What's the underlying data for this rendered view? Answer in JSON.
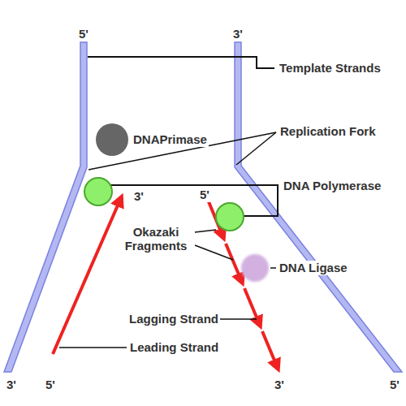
{
  "diagram": {
    "labels": [
      "5'",
      "3'",
      "Template Strands",
      "DNAPrimase",
      "Replication Fork",
      "DNA Polymerase",
      "3'",
      "5'",
      "Okazaki Fragments",
      "DNA Ligase",
      "Lagging Strand",
      "Leading Strand",
      "3'",
      "5'",
      "3'",
      "5'"
    ]
  }
}
